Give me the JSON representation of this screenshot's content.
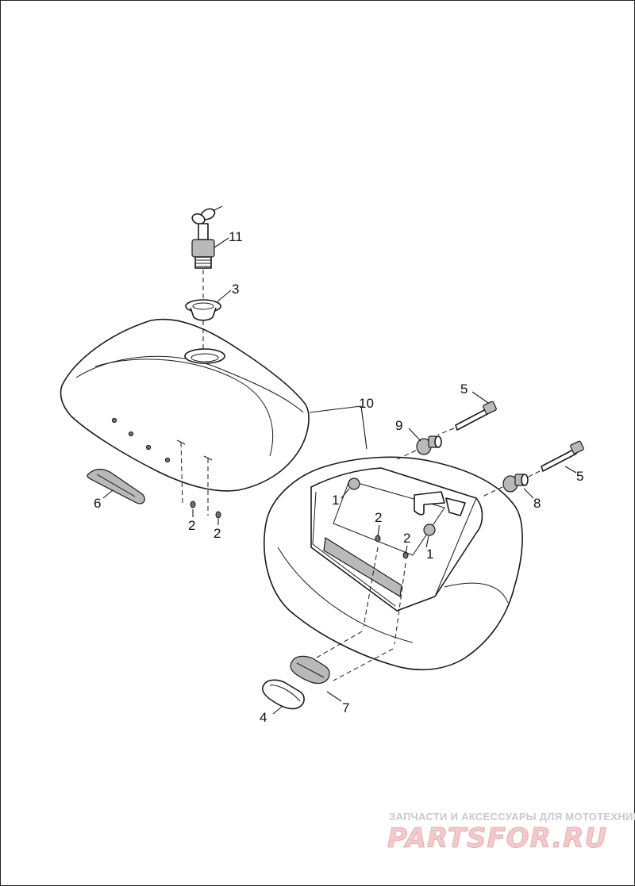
{
  "callouts": {
    "c11": "11",
    "c3": "3",
    "c10": "10",
    "c5a": "5",
    "c5b": "5",
    "c9": "9",
    "c8": "8",
    "c1a": "1",
    "c1b": "1",
    "c2a": "2",
    "c2b": "2",
    "c2c": "2",
    "c2d": "2",
    "c6": "6",
    "c4": "4",
    "c7": "7"
  },
  "watermark": {
    "tagline": "ЗАПЧАСТИ И АКСЕССУАРЫ ДЛЯ МОТОТЕХНИКИ",
    "logo": "PARTSFOR.RU"
  }
}
